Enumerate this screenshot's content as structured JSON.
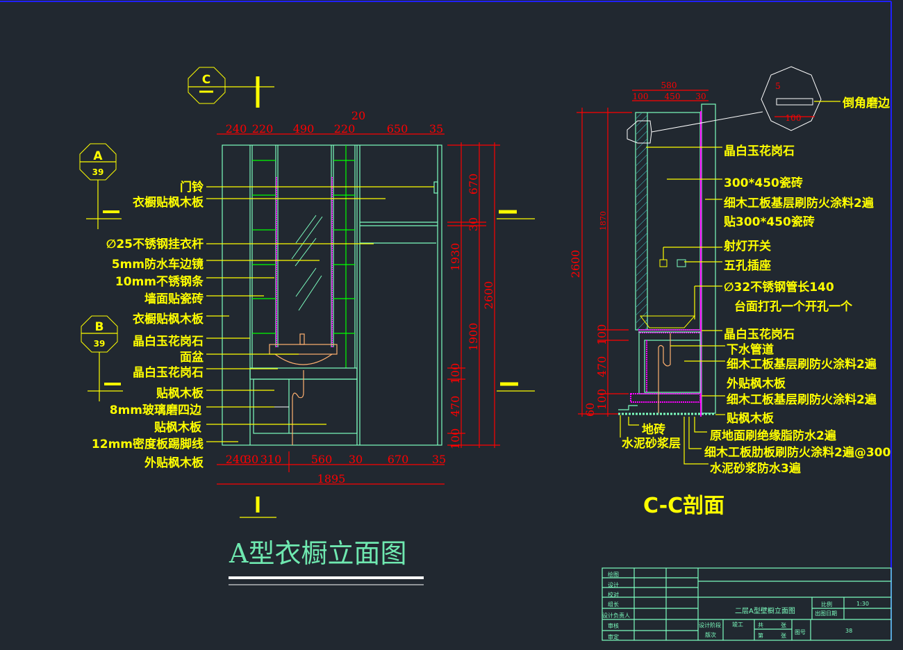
{
  "elevation": {
    "title": "A型衣橱立面图",
    "markers": {
      "c": "C",
      "a": "A",
      "a_sheet": "39",
      "b": "B",
      "b_sheet": "39"
    },
    "top_dims": [
      "240",
      "220",
      "490",
      "220",
      "20",
      "650",
      "35"
    ],
    "right_dims": [
      "670",
      "30",
      "1930",
      "2600",
      "1900",
      "100",
      "470",
      "100"
    ],
    "bottom_dims": [
      "240",
      "30",
      "310",
      "560",
      "30",
      "670",
      "35"
    ],
    "total_width": "1895",
    "labels": [
      "门铃",
      "衣橱贴枫木板",
      "∅25不锈钢挂衣杆",
      "5mm防水车边镜",
      "10mm不锈钢条",
      "墙面贴瓷砖",
      "衣橱贴枫木板",
      "晶白玉花岗石",
      "面盆",
      "晶白玉花岗石",
      "贴枫木板",
      "8mm玻璃磨四边",
      "贴枫木板",
      "12mm密度板踢脚线",
      "外贴枫木板"
    ]
  },
  "section": {
    "title": "C-C剖面",
    "top_dims": [
      "580",
      "100",
      "450",
      "30"
    ],
    "left_dims": [
      "2600",
      "1870",
      "100",
      "470",
      "100",
      "60"
    ],
    "detail": {
      "dim_top": "5",
      "dim_width": "100",
      "label": "倒角磨边"
    },
    "labels": [
      "晶白玉花岗石",
      "300*450瓷砖",
      "细木工板基层刷防火涂料2遍",
      "贴300*450瓷砖",
      "射灯开关",
      "五孔插座",
      "∅32不锈钢管长140",
      "台面打孔一个开孔一个",
      "晶白玉花岗石",
      "下水管道",
      "细木工板基层刷防火涂料2遍",
      "外贴枫木板",
      "细木工板基层刷防火涂料2遍",
      "贴枫木板",
      "原地面刷绝缘脂防水2遍",
      "细木工板肋板刷防火涂料2遍@300",
      "水泥砂浆防水3遍",
      "地砖",
      "水泥砂浆层"
    ]
  },
  "title_block": {
    "rows": [
      "绘图",
      "设计",
      "校对",
      "组长",
      "设计负责人",
      "审核",
      "审定"
    ],
    "drawing_name": "二层A型壁橱立面图",
    "scale_label": "比例",
    "scale": "1:30",
    "date_label": "出图日期",
    "stage_label": "设计阶段",
    "stage": "竣工",
    "version_label": "版次",
    "total_label": "共",
    "sheet_label": "第",
    "zhang1": "张",
    "zhang2": "张",
    "number_label": "图号",
    "number": "38"
  }
}
